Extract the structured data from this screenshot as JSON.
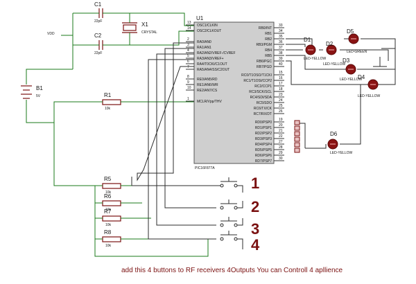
{
  "caption": "add this 4 buttons to RF receivers 4Outputs You can Controll 4 apllience",
  "button_numbers": [
    "1",
    "2",
    "3",
    "4"
  ],
  "mcu": {
    "ref": "U1",
    "part": "PIC16F877A",
    "left_pins": [
      {
        "num": "13",
        "name": "OSC1/CLKIN"
      },
      {
        "num": "14",
        "name": "OSC2/CLKOUT"
      },
      {
        "num": "2",
        "name": "RA0/AN0"
      },
      {
        "num": "3",
        "name": "RA1/AN1"
      },
      {
        "num": "4",
        "name": "RA2/AN2/VREF-/CVREF"
      },
      {
        "num": "5",
        "name": "RA3/AN3/VREF+"
      },
      {
        "num": "6",
        "name": "RA4/T0CKI/C1OUT"
      },
      {
        "num": "7",
        "name": "RA5/AN4/SS/C2OUT"
      },
      {
        "num": "8",
        "name": "RE0/AN5/RD"
      },
      {
        "num": "9",
        "name": "RE1/AN6/WR"
      },
      {
        "num": "10",
        "name": "RE2/AN7/CS"
      },
      {
        "num": "1",
        "name": "MCLR/Vpp/THV"
      }
    ],
    "right_pins_b": [
      {
        "num": "33",
        "name": "RB0/INT"
      },
      {
        "num": "34",
        "name": "RB1"
      },
      {
        "num": "35",
        "name": "RB2"
      },
      {
        "num": "36",
        "name": "RB3/PGM"
      },
      {
        "num": "37",
        "name": "RB4"
      },
      {
        "num": "38",
        "name": "RB5"
      },
      {
        "num": "39",
        "name": "RB6/PGC"
      },
      {
        "num": "40",
        "name": "RB7/PGD"
      }
    ],
    "right_pins_c": [
      {
        "num": "15",
        "name": "RC0/T1OSO/T1CKI"
      },
      {
        "num": "16",
        "name": "RC1/T1OSI/CCP2"
      },
      {
        "num": "17",
        "name": "RC2/CCP1"
      },
      {
        "num": "18",
        "name": "RC3/SCK/SCL"
      },
      {
        "num": "23",
        "name": "RC4/SDI/SDA"
      },
      {
        "num": "24",
        "name": "RC5/SDO"
      },
      {
        "num": "25",
        "name": "RC6/TX/CK"
      },
      {
        "num": "26",
        "name": "RC7/RX/DT"
      }
    ],
    "right_pins_d": [
      {
        "num": "19",
        "name": "RD0/PSP0"
      },
      {
        "num": "20",
        "name": "RD1/PSP1"
      },
      {
        "num": "21",
        "name": "RD2/PSP2"
      },
      {
        "num": "22",
        "name": "RD3/PSP3"
      },
      {
        "num": "27",
        "name": "RD4/PSP4"
      },
      {
        "num": "28",
        "name": "RD5/PSP5"
      },
      {
        "num": "29",
        "name": "RD6/PSP6"
      },
      {
        "num": "30",
        "name": "RD7/PSP7"
      }
    ]
  },
  "c1": {
    "ref": "C1",
    "value": "22pF"
  },
  "c2": {
    "ref": "C2",
    "value": "22pF"
  },
  "x1": {
    "ref": "X1",
    "value": "CRYSTAL"
  },
  "vdd": "VDD",
  "b1": {
    "ref": "B1",
    "value": "5V"
  },
  "r1": {
    "ref": "R1",
    "value": "10k"
  },
  "r5": {
    "ref": "R5",
    "value": "10k"
  },
  "r6": {
    "ref": "R6",
    "value": "10k"
  },
  "r7": {
    "ref": "R7",
    "value": "10k"
  },
  "r8": {
    "ref": "R8",
    "value": "10k"
  },
  "d1": {
    "ref": "D1",
    "value": "LED-YELLOW"
  },
  "d2": {
    "ref": "D2",
    "value": "LED-YELLOW"
  },
  "d3": {
    "ref": "D3",
    "value": "LED-YELLOW"
  },
  "d4": {
    "ref": "D4",
    "value": "LED-YELLOW"
  },
  "d5": {
    "ref": "D5",
    "value": "LED-GREEN"
  },
  "d6": {
    "ref": "D6",
    "value": "LED-YELLOW"
  }
}
